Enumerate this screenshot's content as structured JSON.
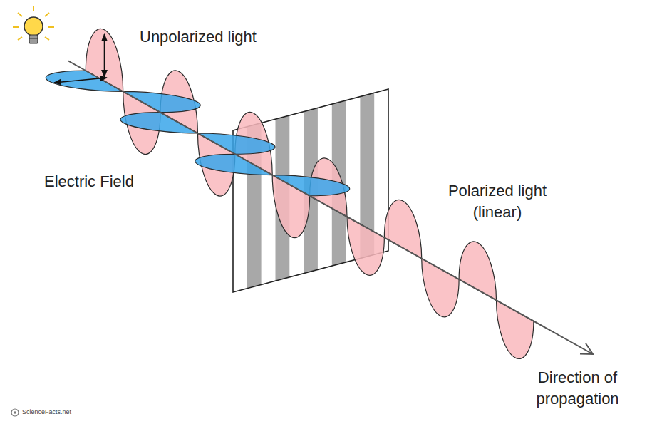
{
  "diagram": {
    "labels": [
      "Unpolarized light",
      "Electric Field",
      "Polarized light (linear)",
      "Direction of propagation",
      "ScienceFacts.net"
    ]
  }
}
